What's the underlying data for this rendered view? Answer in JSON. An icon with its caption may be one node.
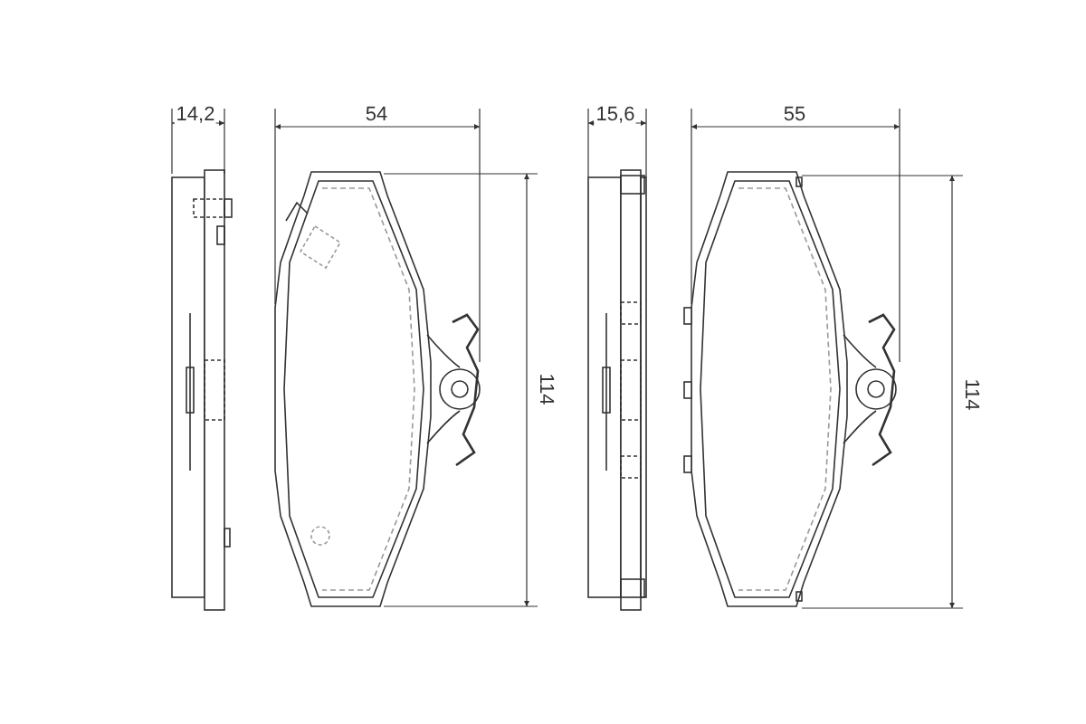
{
  "diagram": {
    "labels": [
      "14,2",
      "54",
      "15,6",
      "55",
      "114",
      "114"
    ]
  }
}
